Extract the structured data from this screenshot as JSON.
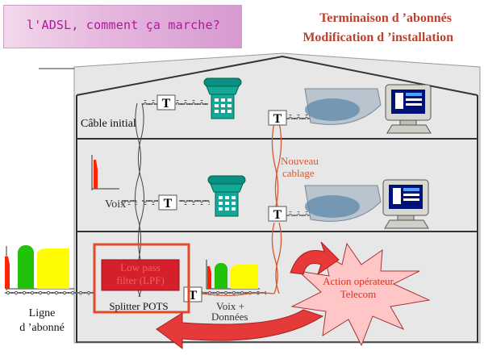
{
  "banner": {
    "text": "l'ADSL, comment ça marche?"
  },
  "header": {
    "line1": "Terminaison d ’abonnés",
    "line2": "Modification d ’installation"
  },
  "labels": {
    "cable_initial": "Câble initial",
    "nouveau": "Nouveau",
    "cablage": "cablage",
    "voix": "Voix",
    "lpf_line1": "Low pass",
    "lpf_line2": "filter (LPF)",
    "splitter": "Splitter POTS",
    "voix_donnees_1": "Voix +",
    "voix_donnees_2": "Données",
    "ligne_1": "Ligne",
    "ligne_2": "d ’abonné",
    "action_1": "Action opérateur",
    "action_2": "Telecom",
    "t": "T"
  },
  "colors": {
    "banner_text": "#b0189a",
    "title": "#b5432e",
    "house_bg": "#e7e7e7",
    "new_cable": "#d9572e",
    "splitter_border": "#e34a2a",
    "lpf_fill": "#d5202c",
    "arrow": "#e5393a",
    "burst": "#ffc6c8",
    "phone": "#10a89a",
    "green": "#22c10a",
    "yellow": "#fffb00",
    "red_bar": "#ff2200"
  },
  "icons": [
    "telephone-icon",
    "computer-icon",
    "modem-icon",
    "t-connector-icon",
    "spectrum-icon"
  ]
}
